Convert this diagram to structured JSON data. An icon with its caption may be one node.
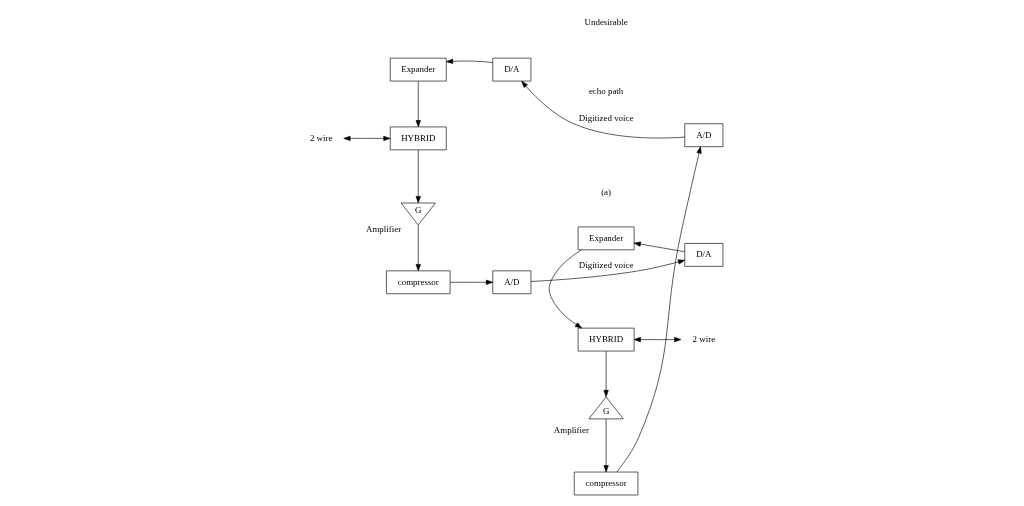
{
  "diagram": {
    "nodes": [
      {
        "text": [
          "Expander"
        ]
      },
      {
        "text": [
          "D/A"
        ]
      },
      {
        "text": [
          "A/D"
        ]
      },
      {
        "text": [
          "compressor"
        ]
      },
      {
        "text": [
          "HYBRID"
        ]
      },
      {
        "text": [
          "G"
        ],
        "beside": [
          "Amplifier"
        ]
      },
      {
        "text": [
          "compressor"
        ]
      },
      {
        "text": [
          "A/D"
        ]
      },
      {
        "text": [
          "D/A"
        ]
      },
      {
        "text": [
          "Expander"
        ]
      },
      {
        "text": [
          "HYBRID"
        ]
      },
      {
        "text": [
          "G"
        ],
        "beside": [
          "Amplifier"
        ]
      },
      {
        "text": [
          "2 wire"
        ]
      },
      {
        "text": [
          "2 wire"
        ]
      }
    ],
    "edges": [
      {
        "from": 3,
        "to": 2,
        "arrow": "to"
      },
      {
        "from": 2,
        "to": 1,
        "arrow": "to",
        "label": "Digitized voice"
      },
      {
        "from": 1,
        "to": 0,
        "arrow": "to"
      },
      {
        "from": 0,
        "to": 4,
        "arrow": "to"
      },
      {
        "from": 12,
        "to": 4,
        "arrow": "both"
      },
      {
        "from": 4,
        "to": 5,
        "arrow": "to"
      },
      {
        "from": 5,
        "to": 6,
        "arrow": "to"
      },
      {
        "from": 6,
        "to": 7,
        "arrow": "to"
      },
      {
        "from": 7,
        "to": 8,
        "arrow": "to",
        "label": "Digitized voice"
      },
      {
        "from": 8,
        "to": 9,
        "arrow": "to"
      },
      {
        "from": 9,
        "to": 10,
        "arrow": "to"
      },
      {
        "from": 10,
        "to": 11,
        "arrow": "to"
      },
      {
        "from": 11,
        "to": 3,
        "arrow": "to"
      },
      {
        "from": 10,
        "to": 13,
        "arrow": "both"
      }
    ],
    "labels": [
      "Undesirable",
      "echo path",
      "(a)"
    ]
  }
}
